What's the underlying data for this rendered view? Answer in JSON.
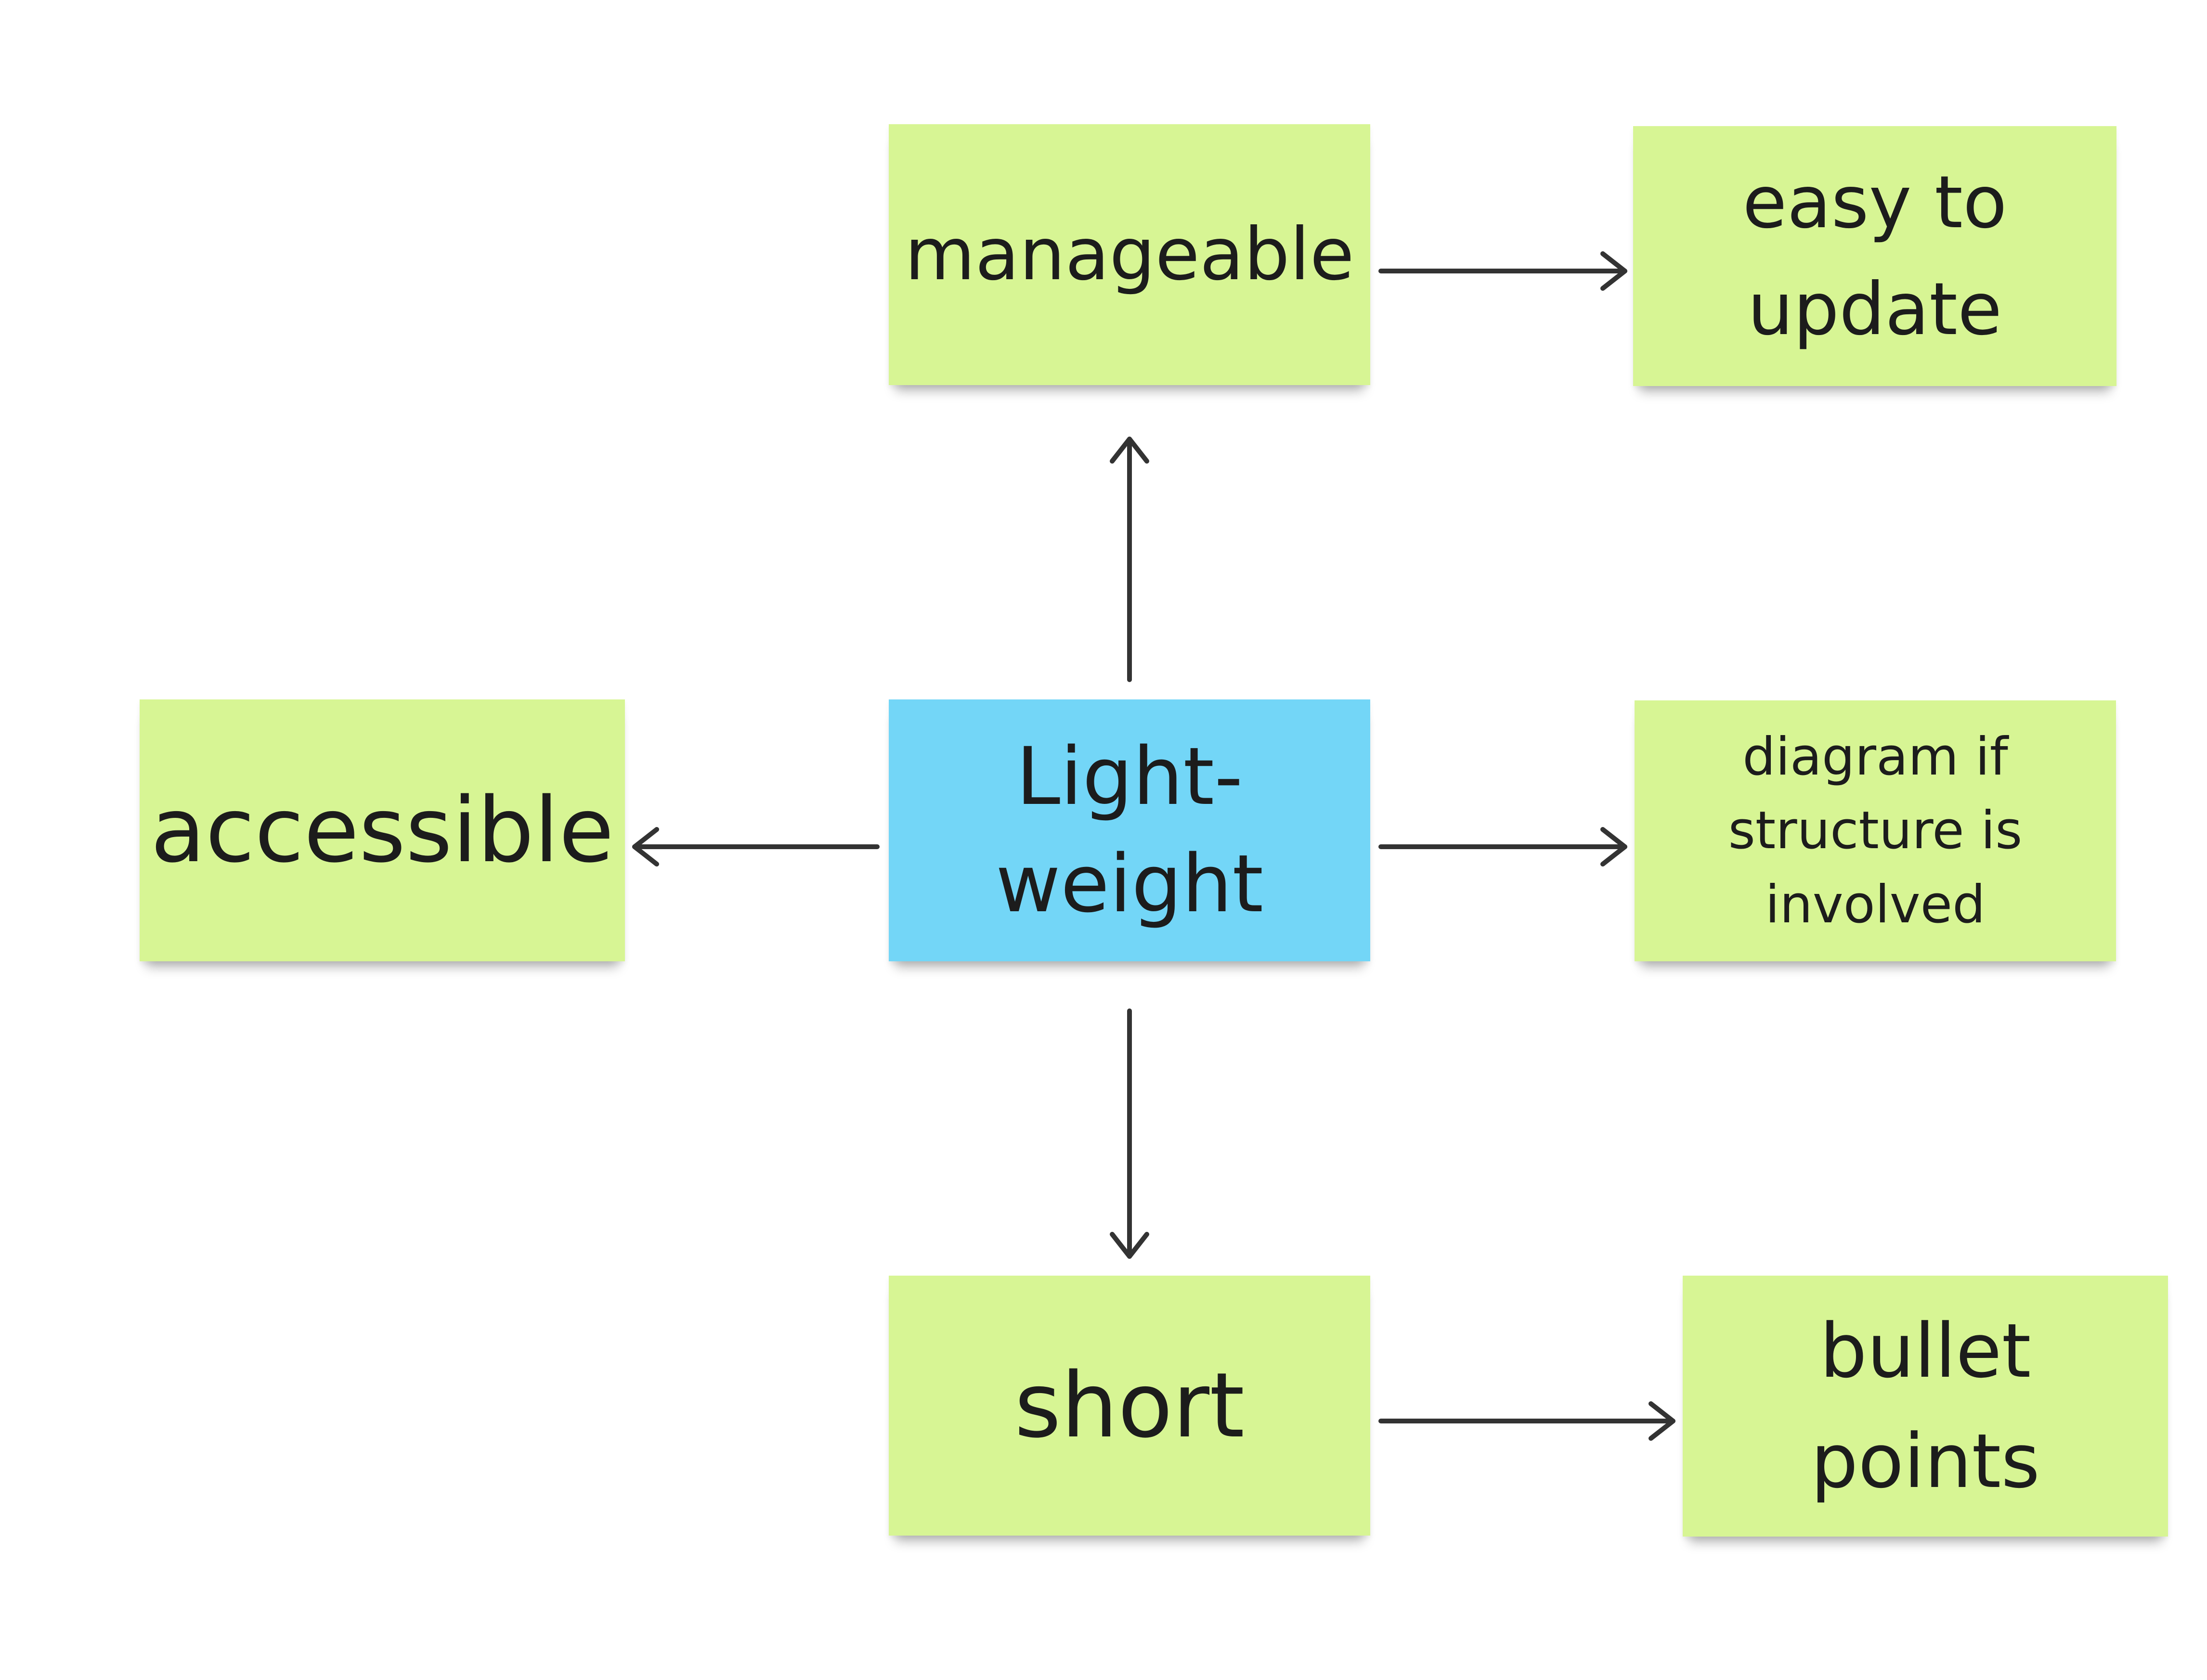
{
  "colors": {
    "note_green": "#d7f594",
    "note_blue": "#73d6f7",
    "arrow": "#333333",
    "text": "#1c1c1c"
  },
  "notes": {
    "manageable": {
      "lines": [
        "manageable"
      ]
    },
    "easy_to_update": {
      "lines": [
        "easy to",
        "update"
      ]
    },
    "accessible": {
      "lines": [
        "accessible"
      ]
    },
    "center": {
      "lines": [
        "Light-",
        "weight"
      ]
    },
    "diagram": {
      "lines": [
        "diagram if",
        "structure is",
        "involved"
      ]
    },
    "short": {
      "lines": [
        "short"
      ]
    },
    "bullet_points": {
      "lines": [
        "bullet",
        "points"
      ]
    }
  },
  "connections": [
    {
      "from": "center",
      "to": "manageable"
    },
    {
      "from": "center",
      "to": "accessible"
    },
    {
      "from": "center",
      "to": "diagram"
    },
    {
      "from": "center",
      "to": "short"
    },
    {
      "from": "manageable",
      "to": "easy_to_update"
    },
    {
      "from": "short",
      "to": "bullet_points"
    }
  ]
}
